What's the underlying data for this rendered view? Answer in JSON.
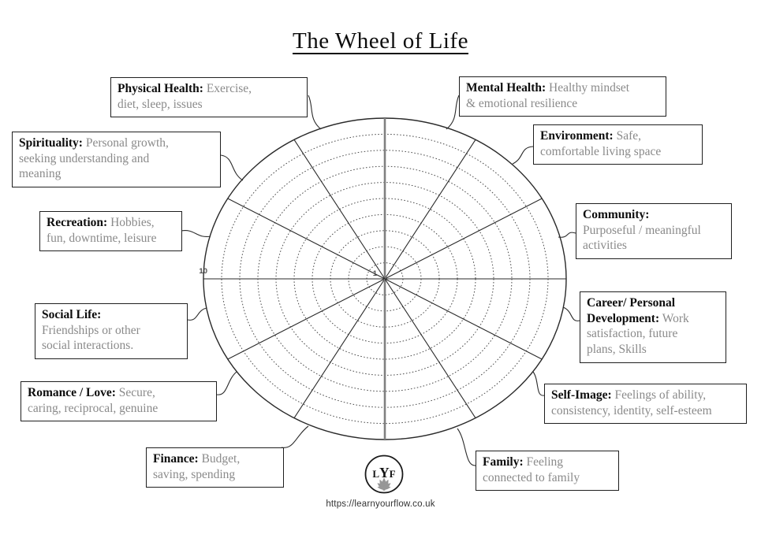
{
  "title": "The Wheel of Life",
  "wheel": {
    "rings": 10,
    "sectors": 12,
    "scale_min_label": "1",
    "scale_max_label": "10"
  },
  "categories": [
    {
      "title": "Physical Health:",
      "desc": " Exercise,\ndiet, sleep, issues"
    },
    {
      "title": "Mental Health:",
      "desc": " Healthy mindset\n& emotional resilience"
    },
    {
      "title": "Spirituality:",
      "desc": " Personal growth,\nseeking understanding and\nmeaning"
    },
    {
      "title": "Environment:",
      "desc": " Safe,\ncomfortable living space"
    },
    {
      "title": "Recreation:",
      "desc": " Hobbies,\nfun, downtime, leisure"
    },
    {
      "title": "Community:",
      "desc": "\nPurposeful / meaningful\nactivities"
    },
    {
      "title": "Social Life:",
      "desc": "\nFriendships or other\nsocial interactions."
    },
    {
      "title": "Career/ Personal\nDevelopment:",
      "desc": " Work\nsatisfaction, future\nplans, Skills"
    },
    {
      "title": "Romance / Love:",
      "desc": " Secure,\ncaring, reciprocal, genuine"
    },
    {
      "title": "Self-Image:",
      "desc": " Feelings of ability,\nconsistency, identity, self-esteem"
    },
    {
      "title": "Finance:",
      "desc": " Budget,\nsaving, spending"
    },
    {
      "title": "Family:",
      "desc": " Feeling\nconnected to family"
    }
  ],
  "footer": {
    "logo_text": "LYF",
    "url": "https://learnyourflow.co.uk"
  },
  "colors": {
    "box_border": "#1f1f1f",
    "title_text": "#0d0d0d",
    "desc_text": "#8a8a8a",
    "wheel_line": "#2a2a2a",
    "ring_dashed": "#4d4d4d",
    "vertical_axis_gray": "#808080",
    "scale_label": "#4d4d4d",
    "lotus": "#979797"
  }
}
